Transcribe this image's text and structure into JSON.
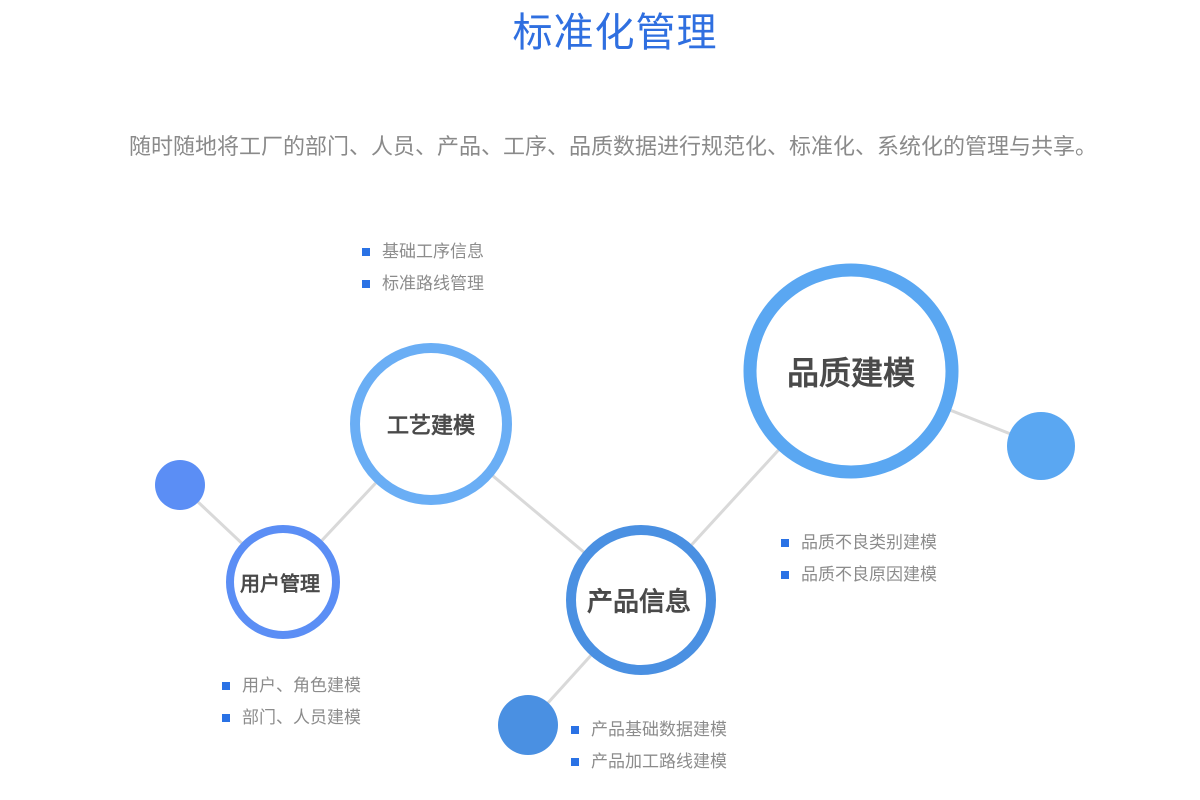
{
  "title": "标准化管理",
  "subtitle": "随时随地将工厂的部门、人员、产品、工序、品质数据进行规范化、标准化、系统化的管理与共享。",
  "colors": {
    "title": "#2f6fe0",
    "text": "#8c8c8c",
    "bullet": "#2a72e5",
    "connector": "#d9d9d9",
    "ring_user": "#5b8ef5",
    "ring_process": "#6aaef5",
    "ring_product": "#4a90e2",
    "ring_quality": "#5aa7f2"
  },
  "nodes": {
    "user": {
      "label": "用户管理",
      "items": [
        "用户、角色建模",
        "部门、人员建模"
      ]
    },
    "process": {
      "label": "工艺建模",
      "items": [
        "基础工序信息",
        "标准路线管理"
      ]
    },
    "product": {
      "label": "产品信息",
      "items": [
        "产品基础数据建模",
        "产品加工路线建模"
      ]
    },
    "quality": {
      "label": "品质建模",
      "items": [
        "品质不良类别建模",
        "品质不良原因建模"
      ]
    }
  }
}
